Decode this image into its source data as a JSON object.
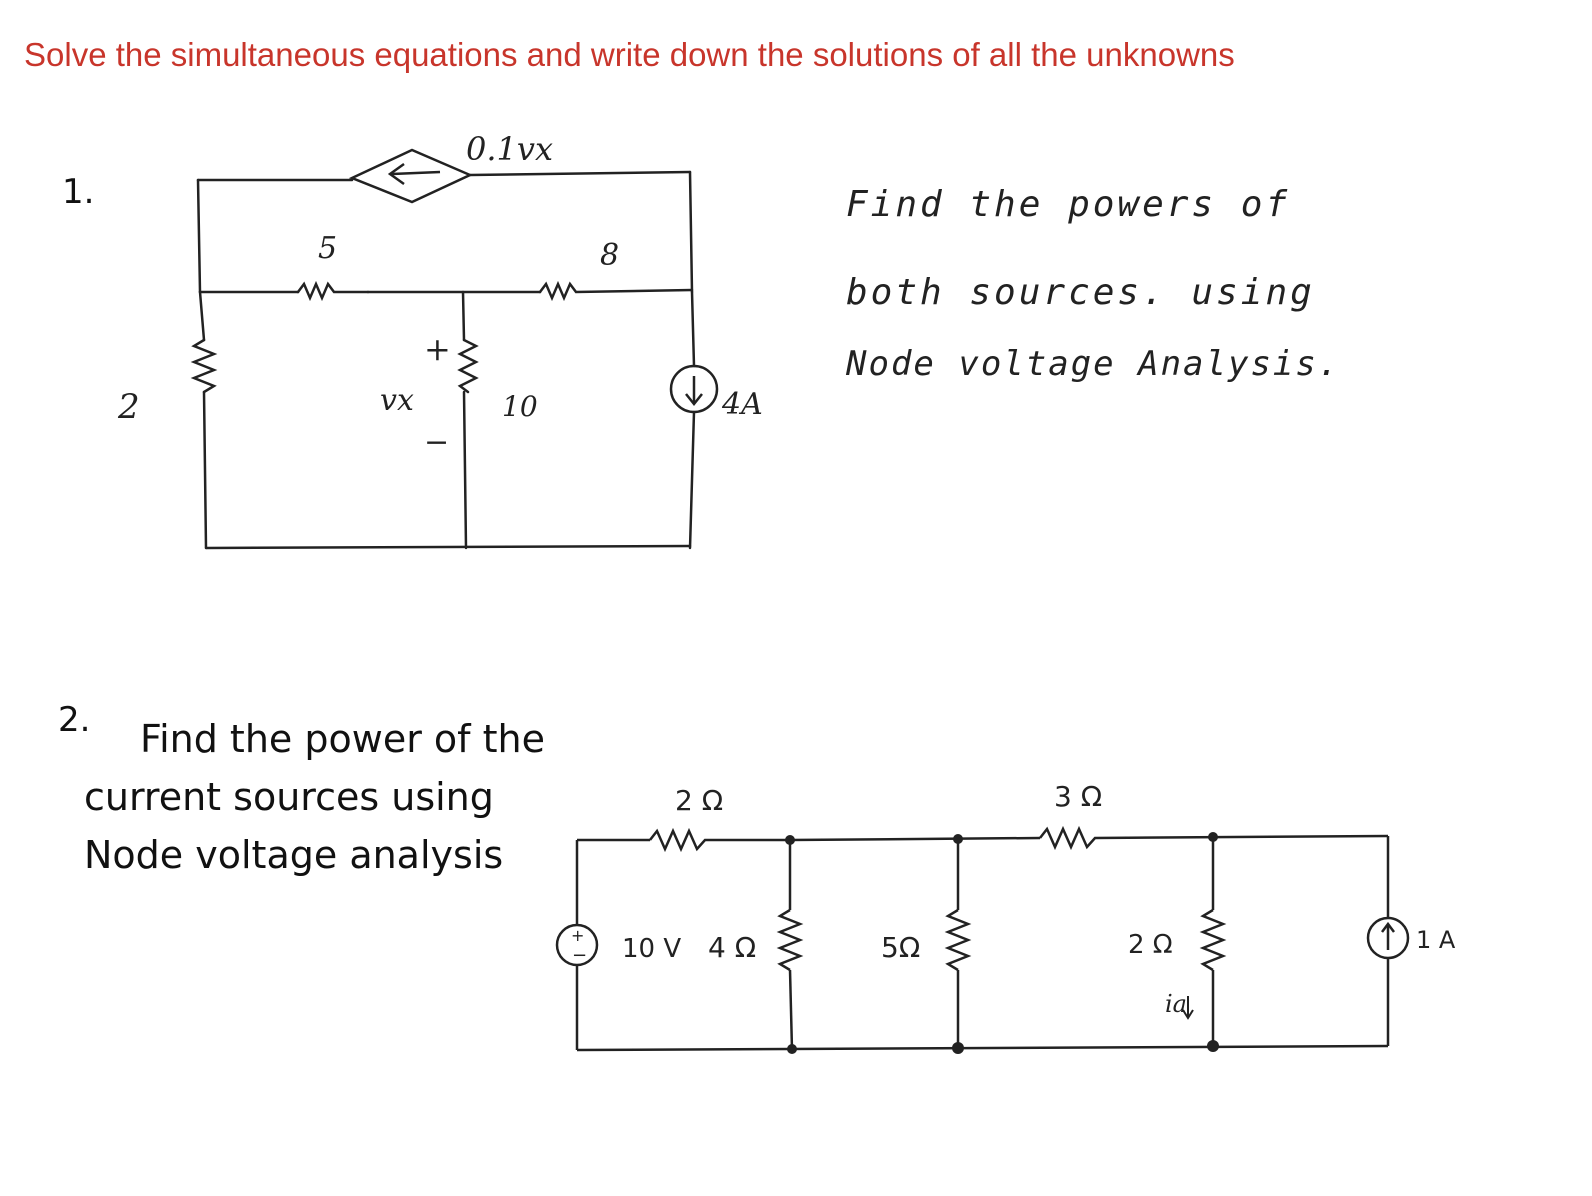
{
  "header": {
    "instruction": "Solve the simultaneous equations and write down the solutions of all the unknowns"
  },
  "problem1": {
    "number": "1.",
    "note_line1": "Find the powers of",
    "note_line2": "both sources. using",
    "note_line3": "Node voltage Analysis.",
    "labels": {
      "dep_source": "0.1vx",
      "r5": "5",
      "r8": "8",
      "r2": "2",
      "r10": "10",
      "vx": "vx",
      "plus": "+",
      "minus": "−",
      "i4": "4A"
    }
  },
  "problem2": {
    "number": "2.",
    "text_line1": "Find the power of the",
    "text_line2": "current sources  using",
    "text_line3": "Node voltage analysis",
    "labels": {
      "r2top": "2 Ω",
      "r3top": "3 Ω",
      "v10": "10 V",
      "r4": "4 Ω",
      "r5": "5Ω",
      "r2right": "2 Ω",
      "ia": "ia",
      "i1": "1 A",
      "plus": "+",
      "minus": "−"
    }
  }
}
